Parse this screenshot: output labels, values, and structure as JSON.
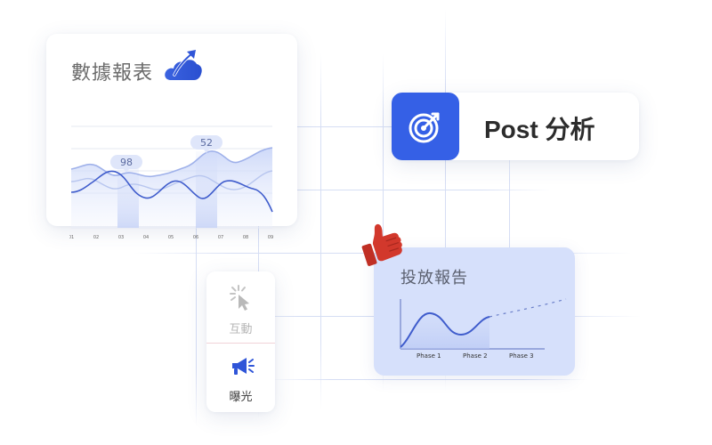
{
  "colors": {
    "brand_blue": "#3560e6",
    "thumb_red": "#d2382c",
    "ad_card_bg": "#d6e0fb",
    "chart_line": "#3f5ccc"
  },
  "report_card": {
    "title": "數據報表",
    "icon": "cloud-arrow-up-icon",
    "callouts": [
      "98",
      "52"
    ],
    "x_ticks": [
      "01",
      "02",
      "03",
      "04",
      "05",
      "06",
      "07",
      "08",
      "09"
    ]
  },
  "post_card": {
    "icon": "target-icon",
    "title": "Post 分析"
  },
  "thumb_icon": "thumbs-up-icon",
  "ad_card": {
    "title": "投放報告",
    "phases": [
      "Phase 1",
      "Phase 2",
      "Phase 3"
    ]
  },
  "metrics": [
    {
      "icon": "cursor-click-icon",
      "label": "互動"
    },
    {
      "icon": "megaphone-icon",
      "label": "曝光"
    }
  ]
}
